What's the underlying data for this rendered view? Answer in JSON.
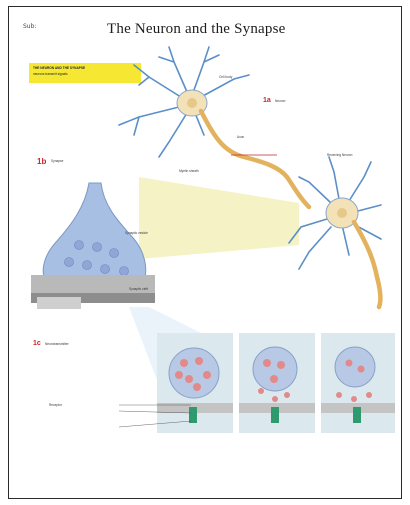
{
  "page": {
    "corner_mark": "Sub:",
    "title": "The Neuron and the Synapse"
  },
  "intro_box": {
    "line1": "THE NEURON AND THE SYNAPSE",
    "line2": "neurons transmit signals"
  },
  "sections": [
    {
      "number": "1a",
      "heading": "Neuron"
    },
    {
      "number": "1b",
      "heading": "Synapse"
    },
    {
      "number": "1c",
      "heading": "Neurotransmitter"
    }
  ],
  "labels": {
    "dendrites_top": "Cell body",
    "axon": "Axon",
    "receiving_neuron": "Receiving Neuron",
    "myelin": "Myelin sheath",
    "synaptic_vesicle": "Synaptic vesicle",
    "synaptic_cleft": "Synaptic cleft",
    "receptor": "Receptor"
  },
  "colors": {
    "neuron_body": "#f3e2b8",
    "axon": "#e3b25c",
    "dendrite": "#5b8fc7",
    "highlight": "#f3efb7",
    "vesicle": "#e2898a",
    "terminal": "#a7bfe3",
    "accent_red": "#c7252a",
    "receptor_green": "#2e9a6e"
  }
}
